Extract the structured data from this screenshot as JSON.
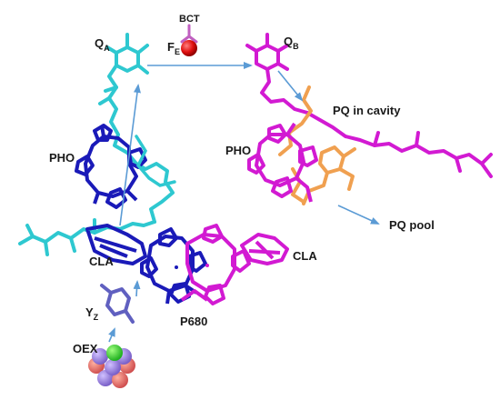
{
  "labels": {
    "qa": "Q",
    "qa_sub": "A",
    "qb": "Q",
    "qb_sub": "B",
    "bct": "BCT",
    "fe": "F",
    "fe_sub": "E",
    "pho_left": "PHO",
    "pho_right": "PHO",
    "pq_cavity": "PQ in cavity",
    "pq_pool": "PQ pool",
    "cla_left": "CLA",
    "cla_right": "CLA",
    "p680": "P680",
    "yz": "Y",
    "yz_sub": "Z",
    "oex": "OEX"
  },
  "colors": {
    "cyan": "#2ec8d0",
    "blue": "#1a1ab8",
    "magenta": "#d21ad2",
    "orange": "#f0a050",
    "slate": "#6060c0",
    "arrow": "#5b9bd5",
    "iron": "#e01010"
  }
}
